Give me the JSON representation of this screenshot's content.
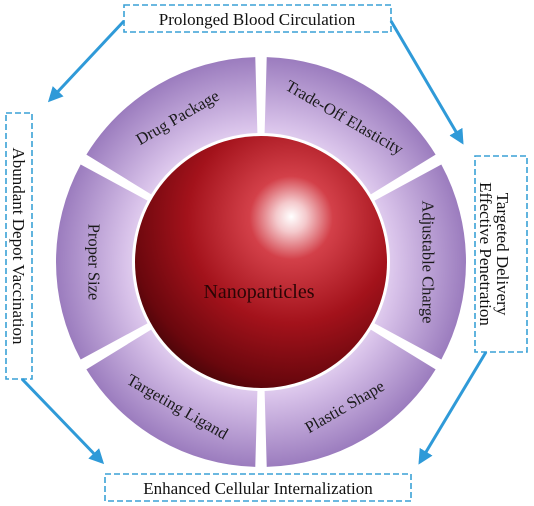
{
  "center": {
    "label": "Nanoparticles"
  },
  "segments": [
    {
      "label": "Drug Package"
    },
    {
      "label": "Trade-Off Elasticity"
    },
    {
      "label": "Adjustable Charge"
    },
    {
      "label": "Plastic Shape"
    },
    {
      "label": "Targeting Ligand"
    },
    {
      "label": "Proper Size"
    }
  ],
  "outer_boxes": {
    "top": "Prolonged Blood Circulation",
    "bottom": "Enhanced Cellular Internalization",
    "left": "Abundant Depot Vaccination",
    "right_line1": "Targeted Delivery",
    "right_line2": "Effective Penetration"
  },
  "colors": {
    "ring_light": "#f1e6f7",
    "ring_dark": "#9e7fc0",
    "sphere_highlight": "#ffffff",
    "sphere_mid": "#c51f2a",
    "sphere_dark": "#3b0407",
    "box_border": "#3aa1d6",
    "arrow": "#2f9ad8"
  }
}
